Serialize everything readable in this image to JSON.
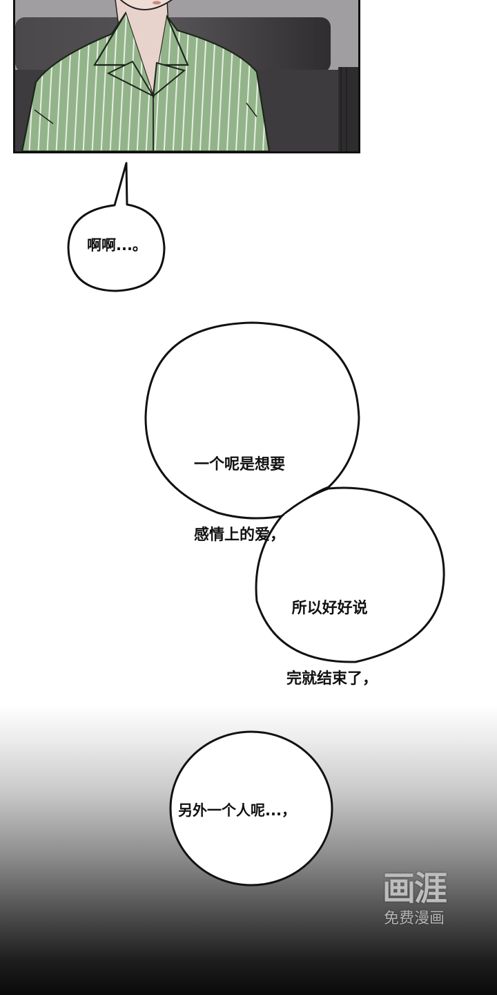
{
  "colors": {
    "panel_border": "#111111",
    "shirt_green": "#93b48a",
    "shirt_stripe": "#e9efe5",
    "background_wall": "#a19ea1",
    "sofa_dark": "#3a383a",
    "skin": "#e8d3cc",
    "bubble_fill": "#ffffff",
    "bubble_stroke": "#111111",
    "gradient_bottom": "#0a0a0a"
  },
  "panel": {
    "description": "Top comic panel cropped at chin: man in green striped pajama shirt in front of dark sofa"
  },
  "bubbles": [
    {
      "id": "bubble-1",
      "text": "啊啊...。"
    },
    {
      "id": "bubble-2",
      "lines": [
        "一个呢是想要",
        "感情上的爱，"
      ]
    },
    {
      "id": "bubble-3",
      "lines": [
        " 所以好好说",
        "完就结束了，"
      ]
    },
    {
      "id": "bubble-4",
      "text": "另外一个人呢...，"
    }
  ],
  "watermark": {
    "logo": "画涯",
    "subtitle": "免费漫画"
  }
}
